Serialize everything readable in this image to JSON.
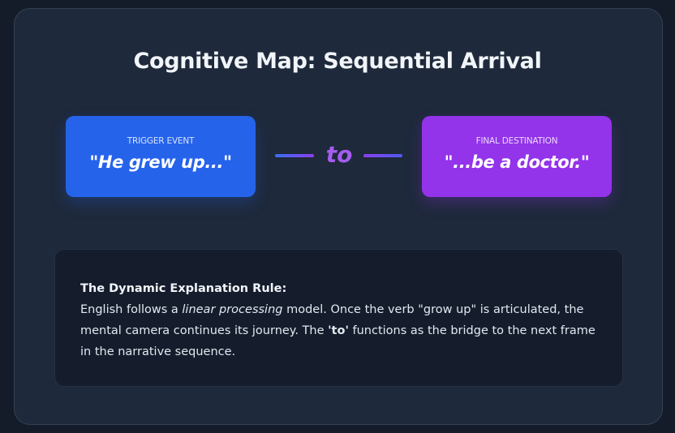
{
  "title": "Cognitive Map: Sequential Arrival",
  "nodes": {
    "trigger": {
      "label": "TRIGGER EVENT",
      "quote": "\"He grew up...\""
    },
    "final": {
      "label": "FINAL DESTINATION",
      "quote": "\"...be a doctor.\""
    }
  },
  "connector_word": "to",
  "rule": {
    "heading": "The Dynamic Explanation Rule:",
    "part1": "English follows a ",
    "emphasis": "linear processing",
    "part2": " model. Once the verb \"grow up\" is articulated, the mental camera continues its journey. The ",
    "strong": "'to'",
    "part3": " functions as the bridge to the next frame in the narrative sequence."
  },
  "colors": {
    "background": "#1e293b",
    "trigger": "#2563eb",
    "final": "#9333ea",
    "connector_word": "#a55cf0"
  }
}
